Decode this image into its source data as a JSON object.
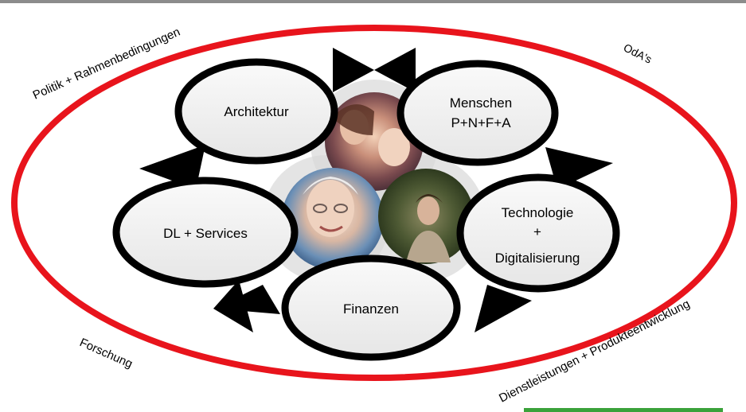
{
  "colors": {
    "outer_ring": "#e8141c",
    "top_bar": "#8c8c8c",
    "bottom_bar": "#3aa23a",
    "node_fill": "#f2f2f2",
    "node_border": "#000000",
    "arrow": "#000000",
    "connector": "#c8c8c8"
  },
  "outer_labels": {
    "politik": "Politik + Rahmenbedingungen",
    "odas": "OdA's",
    "forschung": "Forschung",
    "dienstleistungen": "Dienstleistungen + Produkteentwicklung"
  },
  "nodes": {
    "architektur": "Architektur",
    "menschen_1": "Menschen",
    "menschen_2": "P+N+F+A",
    "technologie_1": "Technologie",
    "technologie_2": "+",
    "technologie_3": "Digitalisierung",
    "finanzen": "Finanzen",
    "dl_services": "DL + Services"
  },
  "photos": {
    "top": "family-photo",
    "left": "senior-woman-photo",
    "right": "young-man-photo"
  }
}
